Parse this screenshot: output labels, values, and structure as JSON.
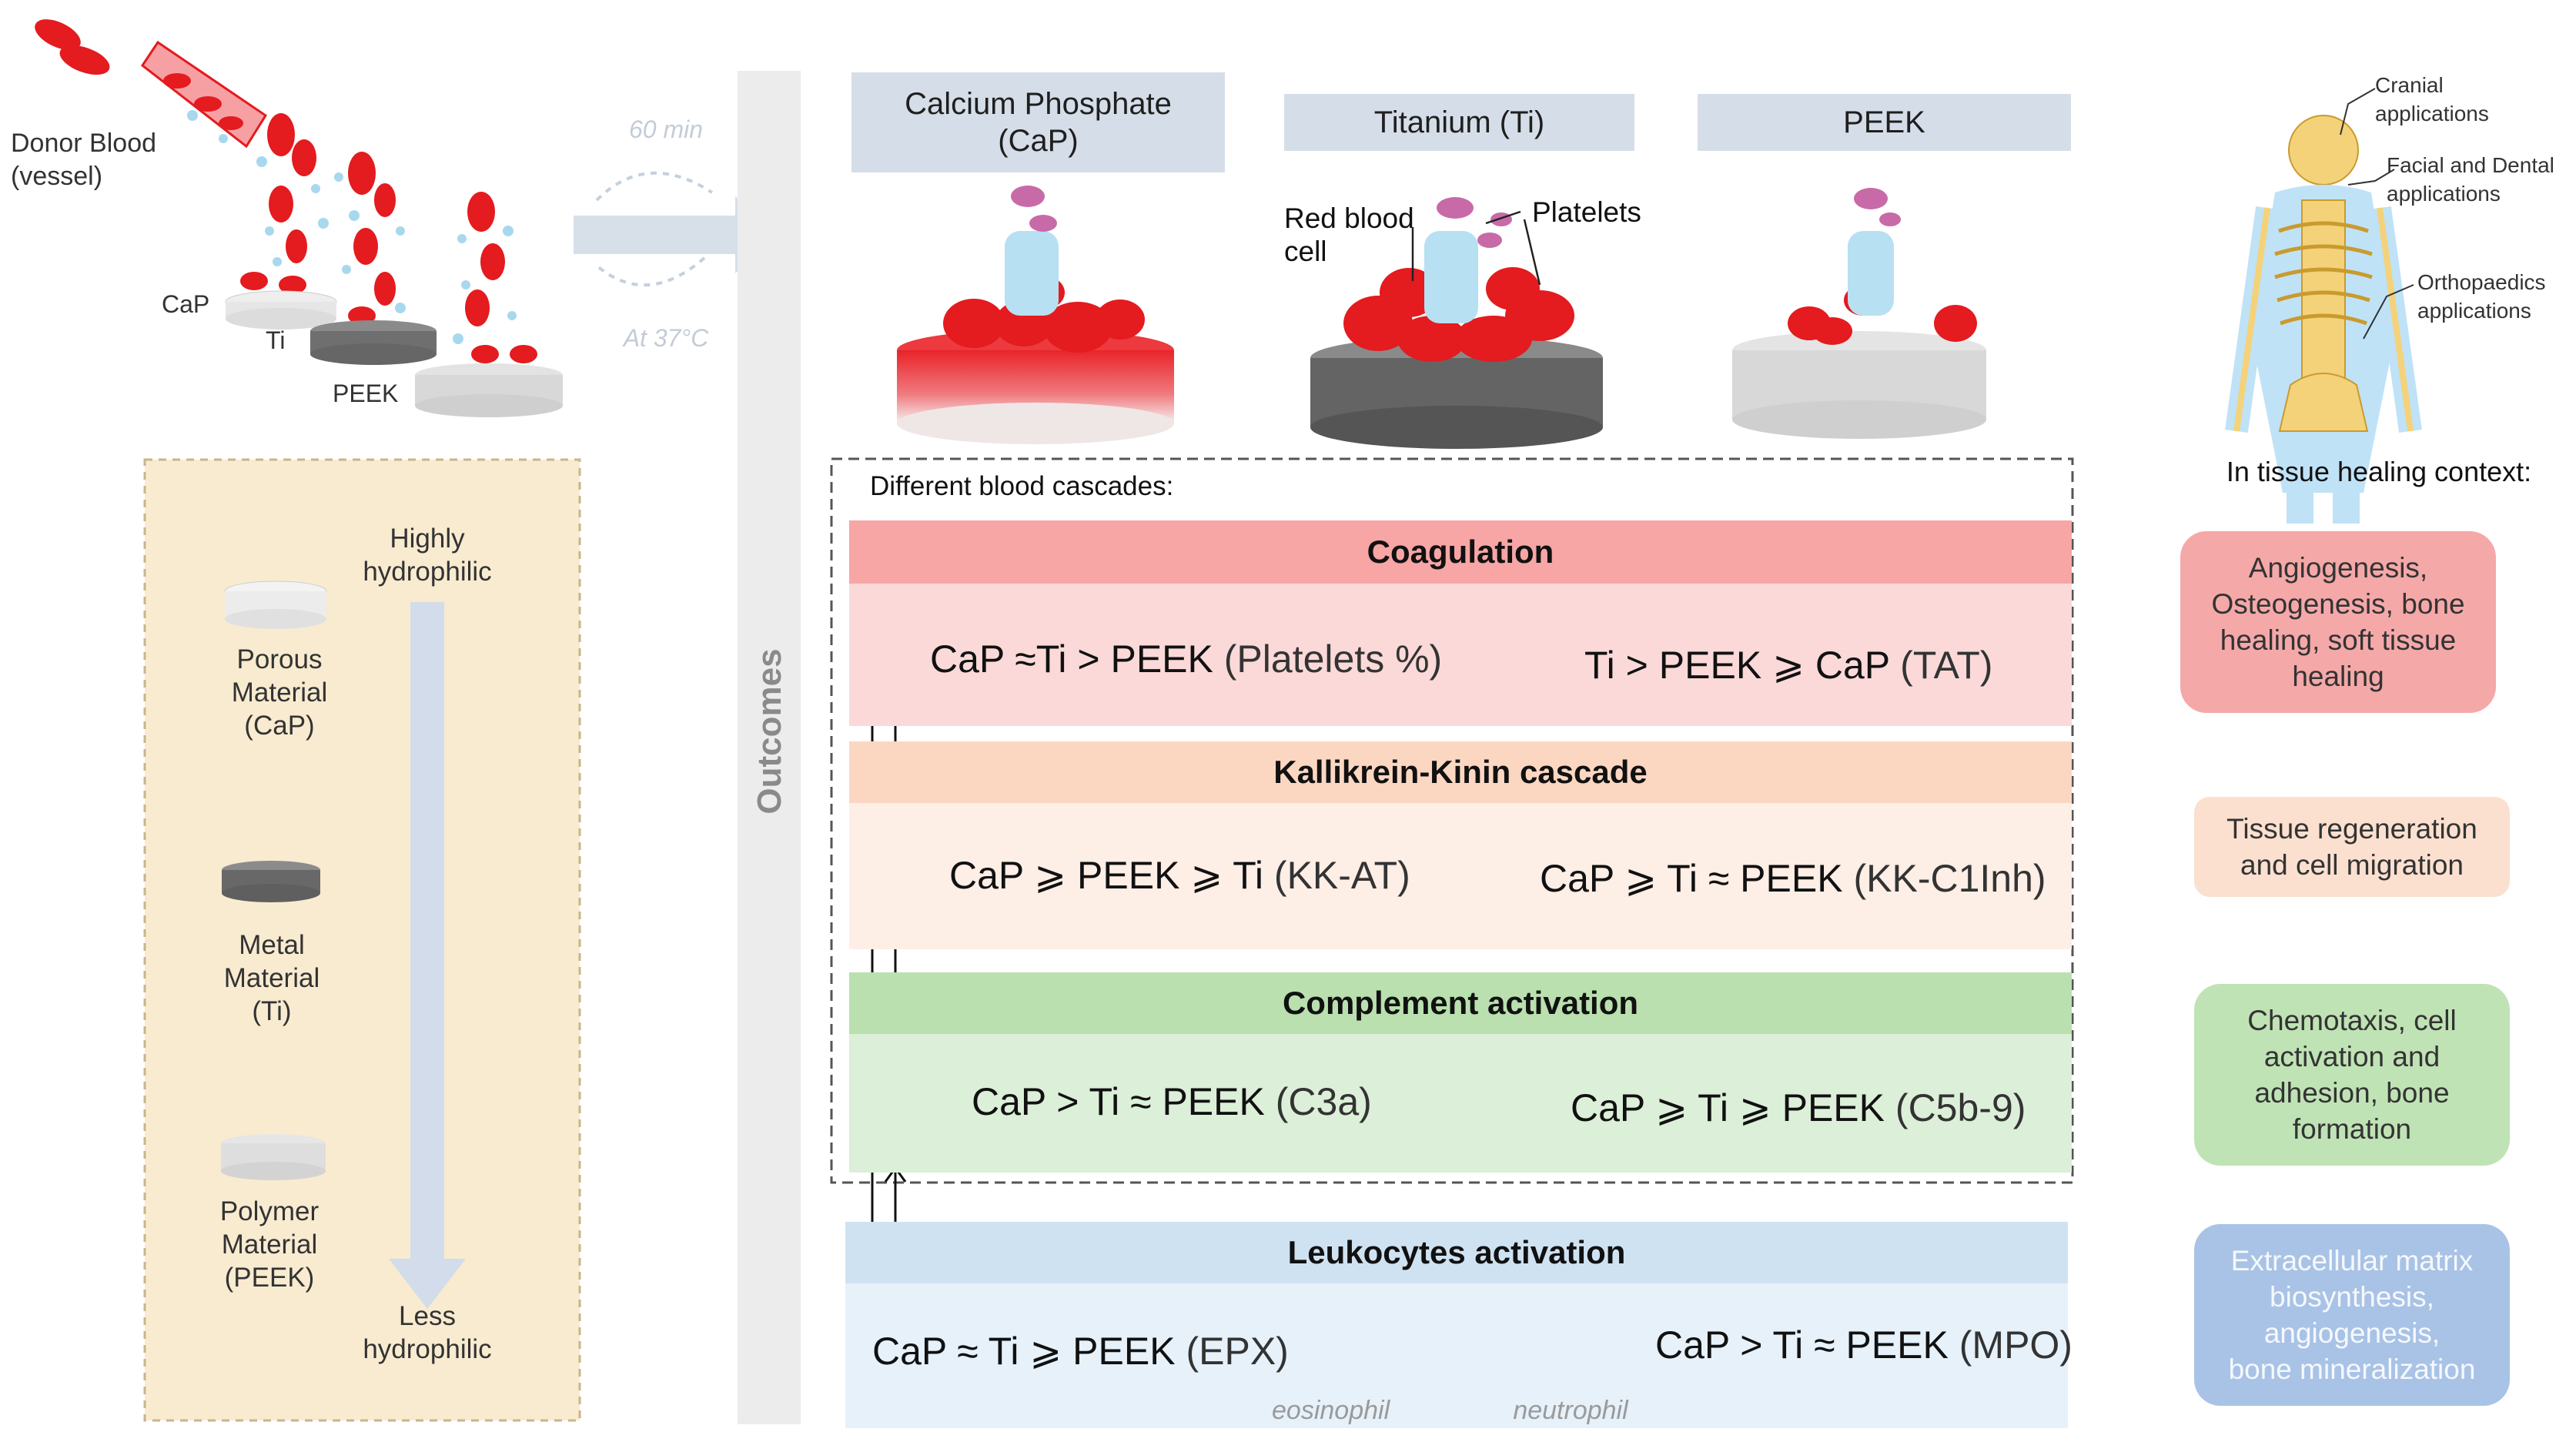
{
  "incubation": {
    "donor_label": "Donor Blood\n(vessel)",
    "cap_label": "CaP",
    "ti_label": "Ti",
    "peek_label": "PEEK",
    "time": "60 min",
    "temp": "At 37°C"
  },
  "hydrophilicity": {
    "top_label": "Highly\nhydrophilic",
    "bottom_label": "Less\nhydrophilic",
    "materials": [
      {
        "label": "Porous\nMaterial\n(CaP)"
      },
      {
        "label": "Metal\nMaterial\n(Ti)"
      },
      {
        "label": "Polymer\nMaterial\n(PEEK)"
      }
    ]
  },
  "outcomes_label": "Outcomes",
  "surfaces": {
    "cap_header": "Calcium Phosphate\n(CaP)",
    "ti_header": "Titanium (Ti)",
    "peek_header": "PEEK",
    "rbc_label": "Red blood\ncell",
    "platelets_label": "Platelets"
  },
  "cascades": {
    "title": "Different blood cascades:",
    "coagulation": {
      "title": "Coagulation",
      "left": "CaP ≈Ti > PEEK",
      "left_note": "(Platelets %)",
      "right": "Ti > PEEK ⩾ CaP",
      "right_note": "(TAT)"
    },
    "kallikrein": {
      "title": "Kallikrein-Kinin cascade",
      "left": "CaP ⩾ PEEK ⩾ Ti",
      "left_note": "(KK-AT)",
      "right": "CaP ⩾ Ti ≈ PEEK",
      "right_note": "(KK-C1Inh)"
    },
    "complement": {
      "title": "Complement activation",
      "left": "CaP > Ti ≈ PEEK",
      "left_note": "(C3a)",
      "right": "CaP ⩾ Ti ⩾ PEEK",
      "right_note": "(C5b-9)"
    },
    "leukocytes": {
      "title": "Leukocytes activation",
      "left": "CaP ≈ Ti ⩾ PEEK",
      "left_note": "(EPX)",
      "right": "CaP > Ti ≈ PEEK",
      "right_note": "(MPO)",
      "eosinophil": "eosinophil",
      "neutrophil": "neutrophil"
    }
  },
  "context": {
    "cranial": "Cranial\napplications",
    "facial": "Facial and Dental\napplications",
    "ortho": "Orthopaedics\napplications",
    "heading": "In tissue healing context:",
    "boxes": [
      {
        "text": "Angiogenesis,\nOsteogenesis, bone\nhealing, soft tissue\nhealing",
        "color": "#f5a8a8"
      },
      {
        "text": "Tissue regeneration\nand cell migration",
        "color": "#fbe0d0"
      },
      {
        "text": "Chemotaxis, cell\nactivation and\nadhesion, bone\nformation",
        "color": "#bfe3b5"
      },
      {
        "text": "Extracellular matrix\nbiosynthesis,\nangiogenesis,\nbone mineralization",
        "color": "#a9c3e6"
      }
    ]
  },
  "colors": {
    "coag_band": "#fbd9d9",
    "coag_title": "#f7a5a5",
    "kk_band": "#fdeee6",
    "kk_title": "#fbd7c2",
    "comp_band": "#dcefd8",
    "comp_title": "#b9e0ae",
    "leuk_band": "#e6f1fa",
    "leuk_title": "#cfe2f2"
  }
}
